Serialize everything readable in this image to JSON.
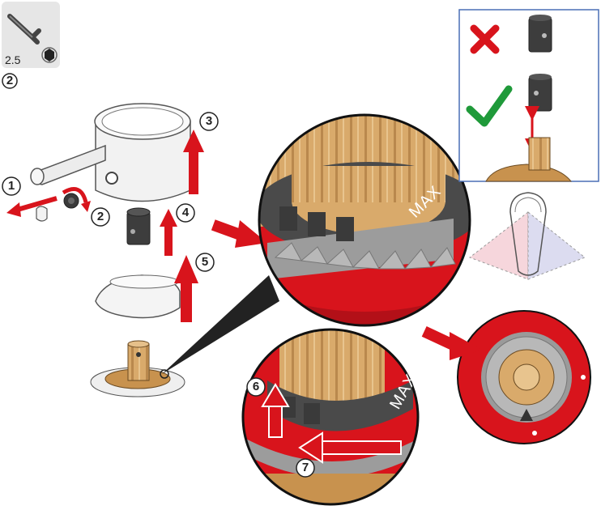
{
  "tool": {
    "size_label": "2.5",
    "step_label": "2"
  },
  "steps": [
    {
      "id": "1",
      "label": "1"
    },
    {
      "id": "2",
      "label": "2"
    },
    {
      "id": "3",
      "label": "3"
    },
    {
      "id": "4",
      "label": "4"
    },
    {
      "id": "5",
      "label": "5"
    },
    {
      "id": "6",
      "label": "6"
    },
    {
      "id": "7",
      "label": "7"
    }
  ],
  "marking": {
    "max_label": "MAX"
  },
  "colors": {
    "red": "#d8141c",
    "green": "#1f9a3a",
    "blue_frame": "#4a6fb5",
    "wood": "#d7a86a",
    "dark_gray": "#4a4a4a",
    "steel": "#9a9a9a"
  },
  "icons": {
    "wrong": "cross-icon",
    "correct": "check-icon",
    "hex_key": "hex-key-icon"
  }
}
